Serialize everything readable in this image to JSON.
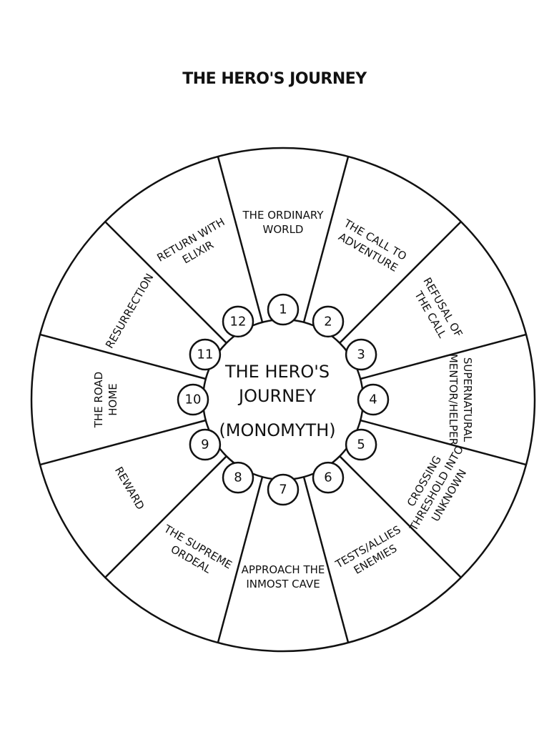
{
  "title": "THE HERO'S JOURNEY",
  "center": [
    "THE HERO'S",
    "JOURNEY",
    "(MONOMYTH)"
  ],
  "stages": [
    {
      "number": "1",
      "lines": [
        "THE ORDINARY",
        "WORLD"
      ]
    },
    {
      "number": "2",
      "lines": [
        "THE CALL TO",
        "ADVENTURE"
      ]
    },
    {
      "number": "3",
      "lines": [
        "REFUSAL OF",
        "THE CALL"
      ]
    },
    {
      "number": "4",
      "lines": [
        "SUPERNATURAL",
        "MENTOR/HELPER"
      ]
    },
    {
      "number": "5",
      "lines": [
        "CROSSING",
        "THRESHOLD INTO",
        "UNKNOWN"
      ]
    },
    {
      "number": "6",
      "lines": [
        "TESTS/ALLIES",
        "ENEMIES"
      ]
    },
    {
      "number": "7",
      "lines": [
        "APPROACH THE",
        "INMOST CAVE"
      ]
    },
    {
      "number": "8",
      "lines": [
        "THE SUPREME",
        "ORDEAL"
      ]
    },
    {
      "number": "9",
      "lines": [
        "REWARD"
      ]
    },
    {
      "number": "10",
      "lines": [
        "THE ROAD",
        "HOME"
      ]
    },
    {
      "number": "11",
      "lines": [
        "RESURRECTION"
      ]
    },
    {
      "number": "12",
      "lines": [
        "RETURN WITH",
        "ELIXIR"
      ]
    }
  ]
}
